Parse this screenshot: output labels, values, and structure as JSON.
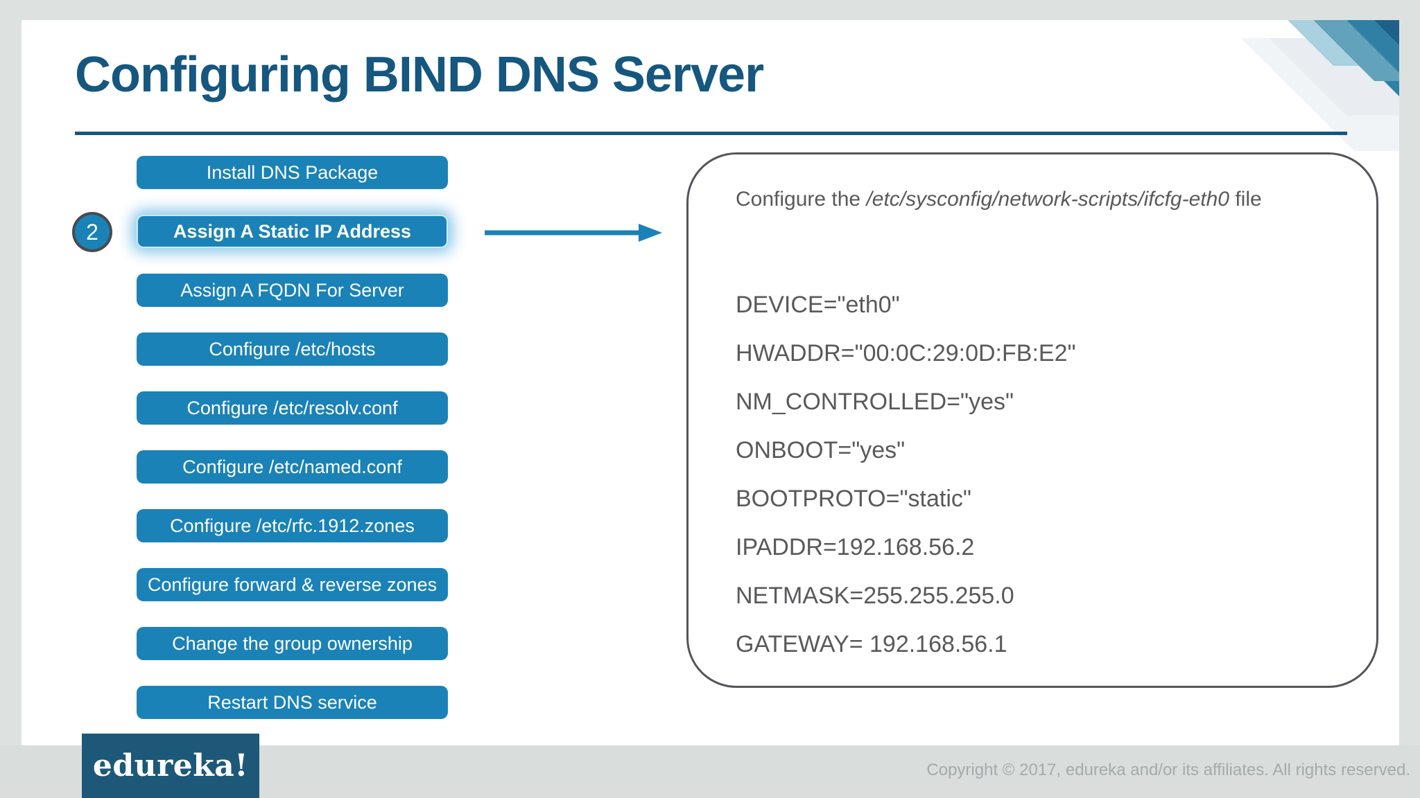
{
  "page": {
    "title": "Configuring BIND DNS Server",
    "footer": {
      "logo_text": "edureka!",
      "copyright": "Copyright © 2017, edureka and/or its affiliates. All rights reserved."
    }
  },
  "steps": {
    "active_step_number": "2",
    "items": [
      {
        "label": "Install DNS Package",
        "active": false
      },
      {
        "label": "Assign A Static IP Address",
        "active": true
      },
      {
        "label": "Assign A FQDN For Server",
        "active": false
      },
      {
        "label": "Configure /etc/hosts",
        "active": false
      },
      {
        "label": "Configure /etc/resolv.conf",
        "active": false
      },
      {
        "label": "Configure /etc/named.conf",
        "active": false
      },
      {
        "label": "Configure /etc/rfc.1912.zones",
        "active": false
      },
      {
        "label": "Configure forward & reverse zones",
        "active": false
      },
      {
        "label": "Change the group ownership",
        "active": false
      },
      {
        "label": "Restart DNS service",
        "active": false
      }
    ]
  },
  "detail_panel": {
    "heading_prefix": "Configure the ",
    "heading_path": "/etc/sysconfig/network-scripts/ifcfg-eth0",
    "heading_suffix": " file",
    "config_lines": [
      "DEVICE=\"eth0\"",
      "HWADDR=\"00:0C:29:0D:FB:E2\"",
      "NM_CONTROLLED=\"yes\"",
      "ONBOOT=\"yes\"",
      "BOOTPROTO=\"static\"",
      "IPADDR=192.168.56.2",
      "NETMASK=255.255.255.0",
      "GATEWAY= 192.168.56.1"
    ]
  },
  "colors": {
    "accent_blue": "#1a82b6",
    "title_blue": "#15577f",
    "panel_border_gray": "#54545a",
    "text_gray": "#59595c",
    "logo_background": "#1d5878",
    "glow_blue": "#7ec1e5",
    "page_background": "#dde2e0"
  }
}
